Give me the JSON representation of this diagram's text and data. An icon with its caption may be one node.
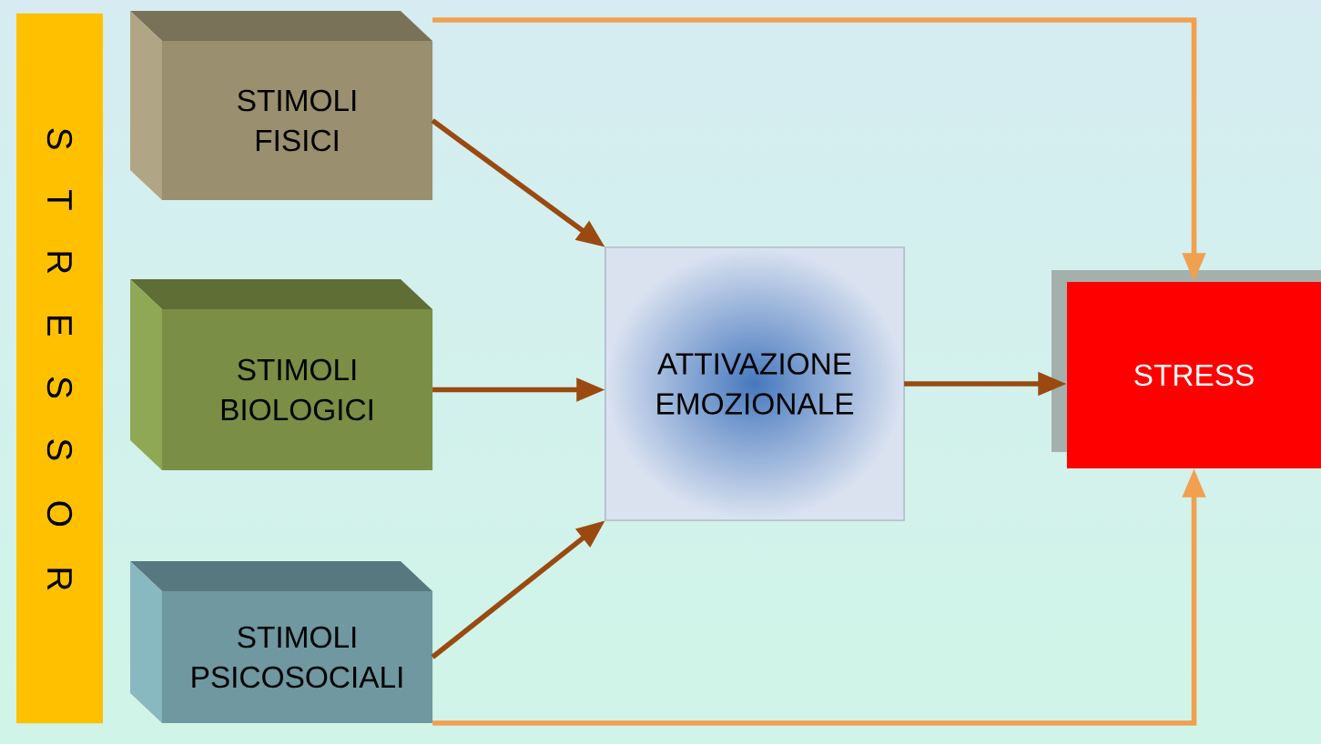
{
  "diagram": {
    "nodes": [
      {
        "text": [
          "S T R E S S O R"
        ]
      },
      {
        "text": [
          "STIMOLI FISICI"
        ]
      },
      {
        "text": [
          "STIMOLI BIOLOGICI"
        ]
      },
      {
        "text": [
          "STIMOLI PSICOSOCIALI"
        ]
      },
      {
        "text": [
          "ATTIVAZIONE EMOZIONALE"
        ]
      },
      {
        "text": [
          "STRESS"
        ]
      }
    ],
    "edges": [
      {
        "from": 1,
        "to": 5,
        "arrow": "to",
        "color": "#f0a050"
      },
      {
        "from": 1,
        "to": 4,
        "arrow": "to"
      },
      {
        "from": 2,
        "to": 4,
        "arrow": "to"
      },
      {
        "from": 3,
        "to": 4,
        "arrow": "to"
      },
      {
        "from": 4,
        "to": 5,
        "arrow": "to"
      },
      {
        "from": 3,
        "to": 5,
        "arrow": "to",
        "color": "#f0a050"
      }
    ]
  }
}
